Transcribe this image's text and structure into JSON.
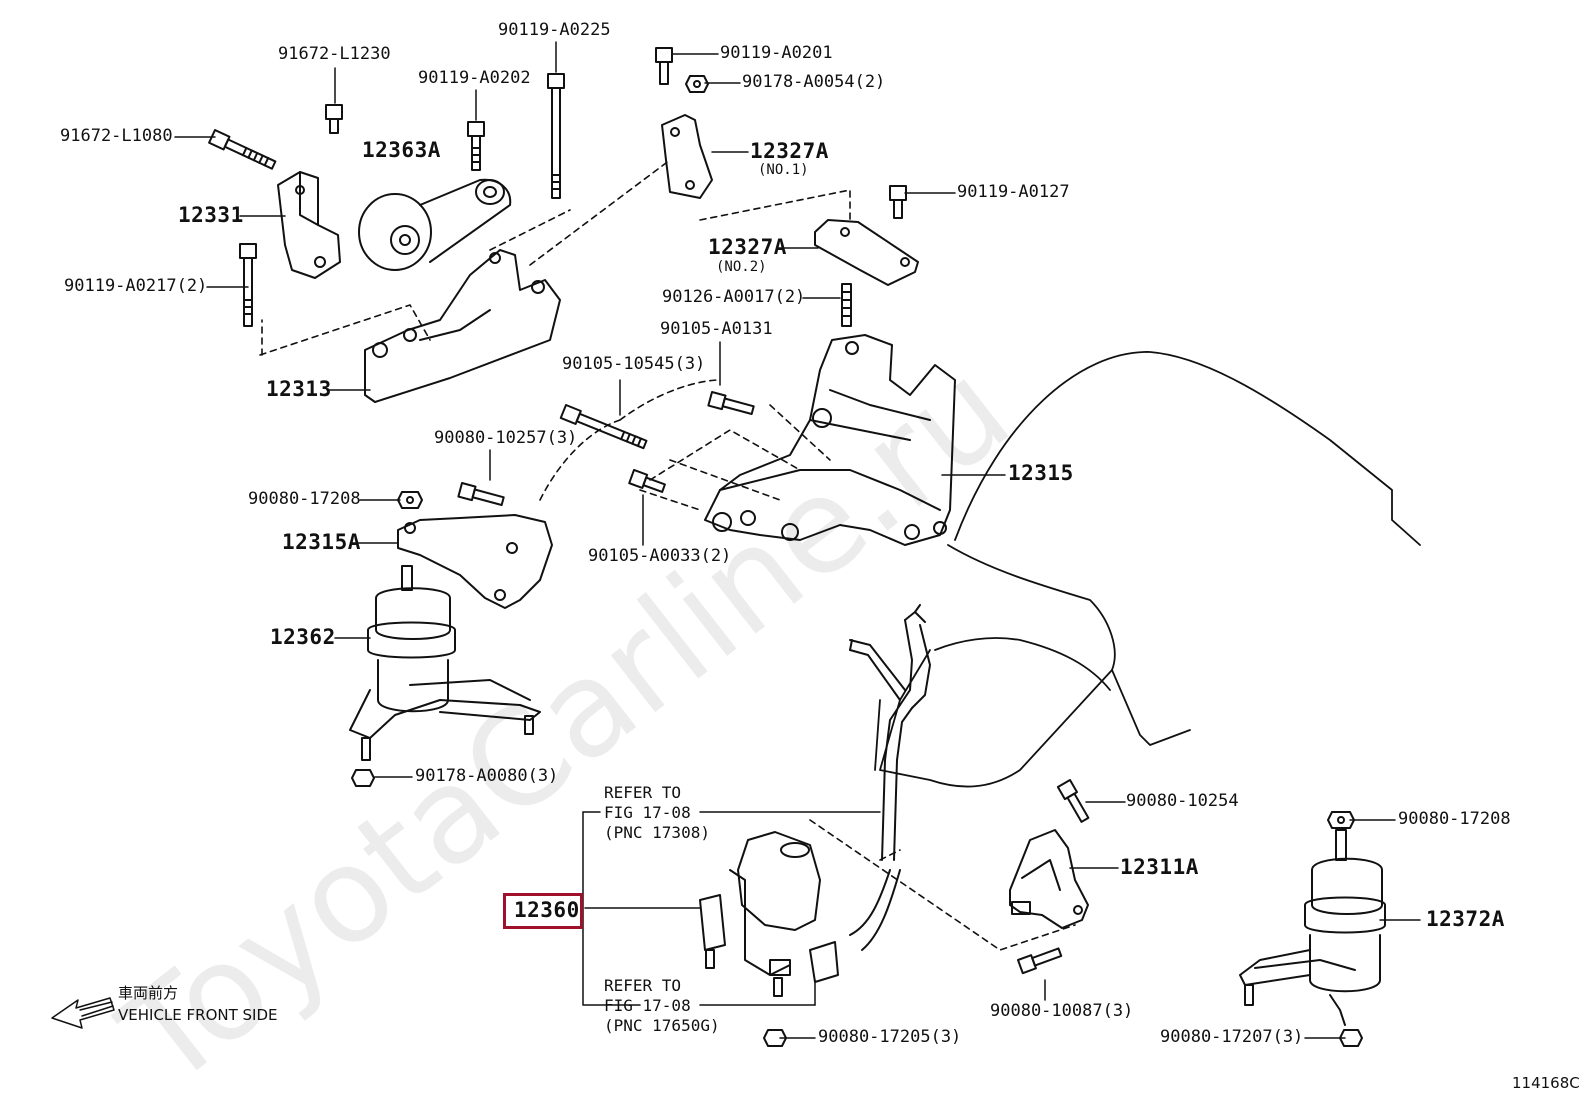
{
  "watermark": "ToyotaCarline.ru",
  "figure_code": "114168C",
  "direction": {
    "jp": "車両前方",
    "en": "VEHICLE FRONT SIDE"
  },
  "highlighted_part": "12360",
  "refer_top": "REFER TO\nFIG 17-08\n(PNC 17308)",
  "refer_bottom": "REFER TO\nFIG 17-08\n(PNC 17650G)",
  "labels": {
    "p91672_L1230": "91672-L1230",
    "p90119_A0225": "90119-A0225",
    "p90119_A0202": "90119-A0202",
    "p91672_L1080": "91672-L1080",
    "p12363A": "12363A",
    "p12331": "12331",
    "p90119_A0217": "90119-A0217(2)",
    "p12313": "12313",
    "p90119_A0201": "90119-A0201",
    "p90178_A0054": "90178-A0054(2)",
    "p12327A_1": "12327A",
    "p12327A_1_sub": "(NO.1)",
    "p90119_A0127": "90119-A0127",
    "p12327A_2": "12327A",
    "p12327A_2_sub": "(NO.2)",
    "p90126_A0017": "90126-A0017(2)",
    "p90105_A0131": "90105-A0131",
    "p90105_10545": "90105-10545(3)",
    "p12315": "12315",
    "p90080_10257": "90080-10257(3)",
    "p90080_17208_left": "90080-17208",
    "p12315A": "12315A",
    "p90105_A0033": "90105-A0033(2)",
    "p12362": "12362",
    "p90178_A0080": "90178-A0080(3)",
    "p90080_10254": "90080-10254",
    "p12311A": "12311A",
    "p90080_10087": "90080-10087(3)",
    "p90080_17205": "90080-17205(3)",
    "p90080_17208_right": "90080-17208",
    "p12372A": "12372A",
    "p90080_17207": "90080-17207(3)"
  }
}
